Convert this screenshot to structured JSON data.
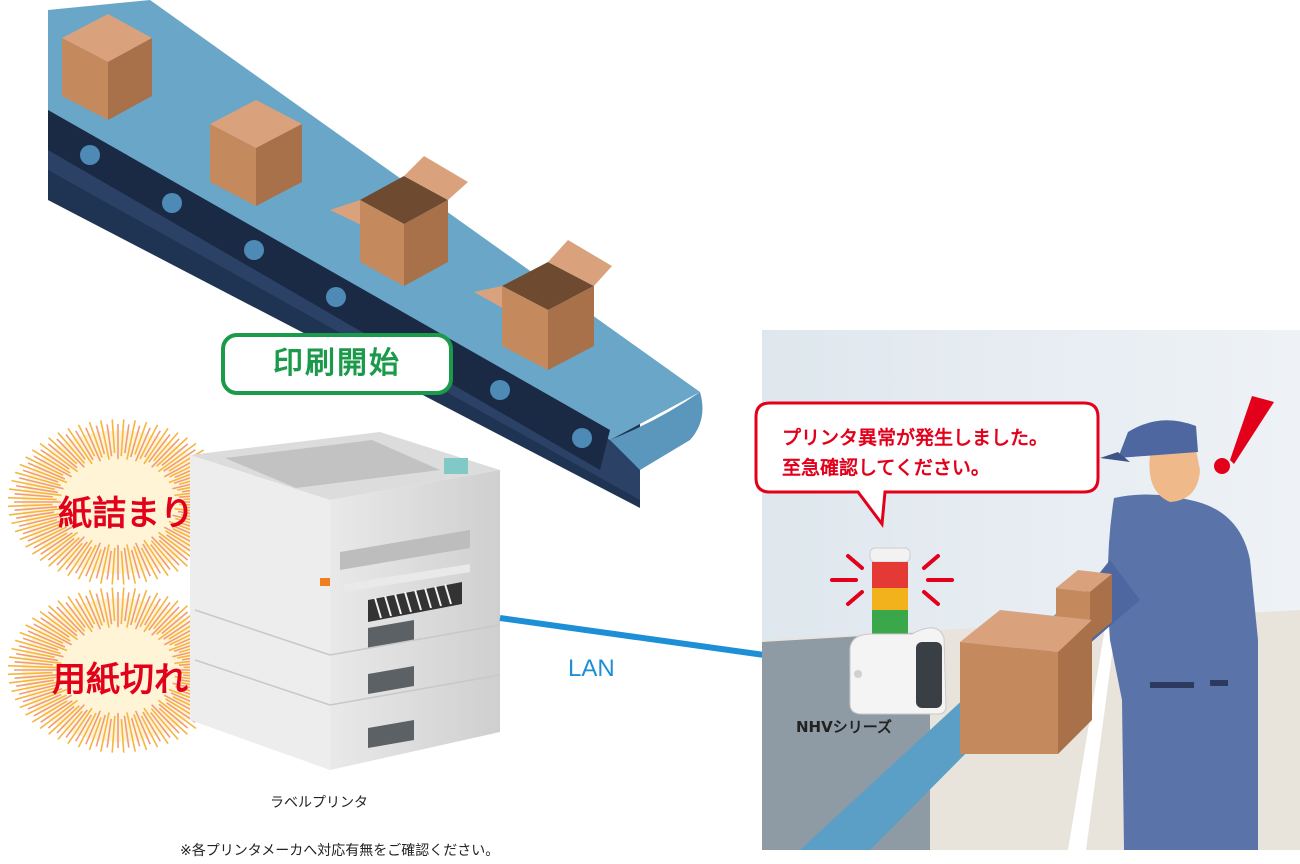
{
  "badge": {
    "label": "印刷開始"
  },
  "alerts": {
    "paper_jam": "紙詰まり",
    "paper_out": "用紙切れ"
  },
  "bubble": {
    "line1": "プリンタ異常が発生しました。",
    "line2": "至急確認してください。"
  },
  "connection": {
    "label": "LAN"
  },
  "device": {
    "label": "NHVシリーズ"
  },
  "printer": {
    "label": "ラベルプリンタ"
  },
  "footnote": "※各プリンタメーカへ対応有無をご確認ください。",
  "colors": {
    "belt": "#6aa6c8",
    "belt_side": "#1f3352",
    "badge_green": "#1a9a4a",
    "alert_red": "#e3001b",
    "lan_blue": "#1c8fd6",
    "box": "#c48a5e",
    "lamp_red": "#e53935",
    "lamp_yellow": "#f2b21b",
    "lamp_green": "#3aa84a",
    "uniform": "#5a73a8"
  }
}
